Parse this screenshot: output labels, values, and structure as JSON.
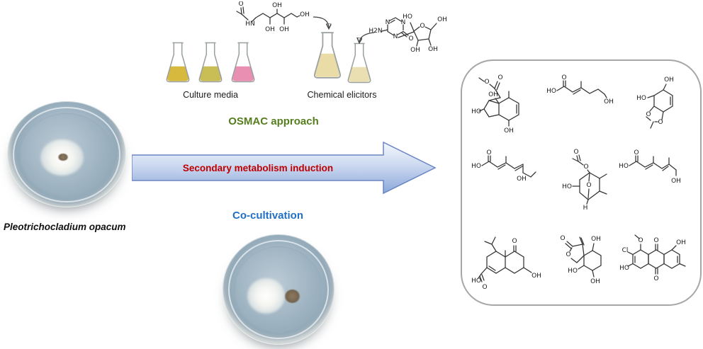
{
  "figure": {
    "species_label": "Pleotrichocladium opacum",
    "culture_media_label": "Culture media",
    "chemical_elicitors_label": "Chemical elicitors",
    "osmac_label": "OSMAC approach",
    "arrow_label": "Secondary metabolism induction",
    "co_cultivation_label": "Co-cultivation"
  },
  "colors": {
    "osmac_green": "#567d1e",
    "induction_red": "#c00000",
    "co_cultivation_blue": "#1f6fc5",
    "flask_gold": "#d6b93d",
    "flask_olive": "#c9bd55",
    "flask_pink": "#e98fb1",
    "elicitor_liquid": "#e9dca6",
    "arrow_border": "#6a86c2",
    "panel_border": "#a6a6a6"
  },
  "structures": {
    "elicitor_sugar": {
      "labels": [
        "O",
        "HN",
        "OH",
        "OH",
        "OH",
        "OH"
      ]
    },
    "elicitor_azacytidine": {
      "labels": [
        "H2N",
        "N",
        "N",
        "N",
        "O",
        "O",
        "HO",
        "OH",
        "OH",
        "OH"
      ]
    },
    "products": [
      {
        "labels": [
          "O",
          "O",
          "HO",
          "OH",
          "OH"
        ]
      },
      {
        "labels": [
          "HO",
          "O",
          "OH"
        ]
      },
      {
        "labels": [
          "HO",
          "OH",
          "O",
          "O"
        ]
      },
      {
        "labels": [
          "HO",
          "O",
          "OH"
        ]
      },
      {
        "labels": [
          "O",
          "O",
          "HO",
          "O",
          "H"
        ]
      },
      {
        "labels": [
          "HO",
          "O",
          "OH"
        ]
      },
      {
        "labels": [
          "O",
          "OH",
          "HO",
          "O"
        ]
      },
      {
        "labels": [
          "O",
          "O",
          "OH",
          "HO",
          "OH"
        ]
      },
      {
        "labels": [
          "O",
          "O",
          "OH",
          "Cl",
          "HO",
          "O"
        ]
      }
    ]
  }
}
